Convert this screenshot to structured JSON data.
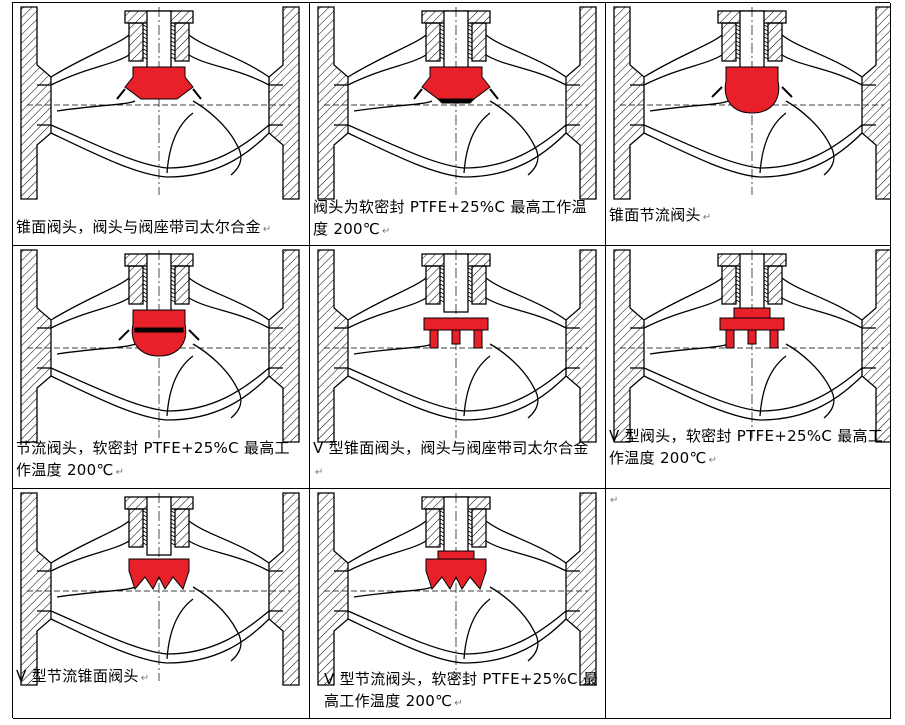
{
  "colors": {
    "disc": "#e8202a",
    "line": "#000000",
    "hatch_bg": "#ffffff"
  },
  "cells": [
    {
      "caption": "锥面阀头，阀头与阀座带司太尔合金",
      "plug": "cone",
      "mark": "↵"
    },
    {
      "caption": "阀头为软密封 PTFE+25%C 最高工作温度 200℃",
      "plug": "cone-soft",
      "mark": "↵"
    },
    {
      "caption": "锥面节流阀头",
      "plug": "throttle",
      "mark": "↵"
    },
    {
      "caption": "节流阀头，软密封 PTFE+25%C 最高工作温度 200℃",
      "plug": "throttle-soft",
      "mark": "↵"
    },
    {
      "caption": "V 型锥面阀头，阀头与阀座带司太尔合金",
      "plug": "v-cone",
      "mark": "↵"
    },
    {
      "caption": "V 型阀头，软密封 PTFE+25%C 最高工作温度 200℃",
      "plug": "v-soft",
      "mark": "↵"
    },
    {
      "caption": "V 型节流锥面阀头",
      "plug": "v-throttle",
      "mark": "↵"
    },
    {
      "caption": "V 型节流阀头，软密封 PTFE+25%C 最高工作温度 200℃",
      "plug": "v-throttle-soft",
      "mark": "↵"
    },
    {
      "caption": "",
      "plug": "none",
      "mark": "↵"
    }
  ]
}
